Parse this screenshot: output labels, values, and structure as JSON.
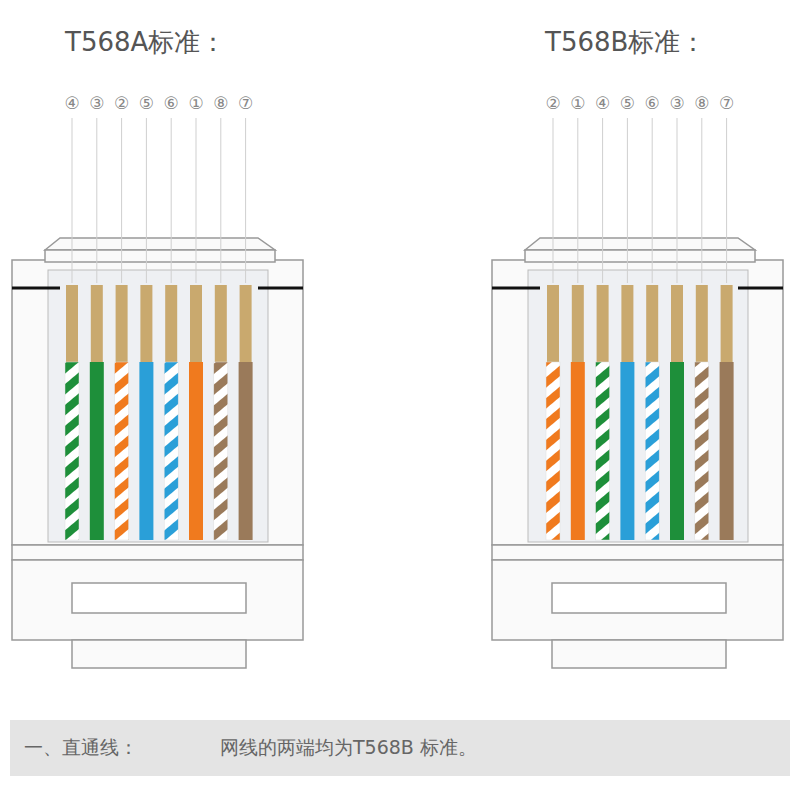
{
  "diagram": {
    "nodes": [
      {
        "text": [
          "一、直通线：",
          "网线的两端均为T568B 标准。"
        ]
      }
    ],
    "labels": [
      "T568A标准：",
      "④",
      "③",
      "②",
      "⑤",
      "⑥",
      "①",
      "⑧",
      "⑦",
      "T568B标准：",
      "②",
      "①",
      "④",
      "⑤",
      "⑥",
      "③",
      "⑧",
      "⑦"
    ]
  }
}
